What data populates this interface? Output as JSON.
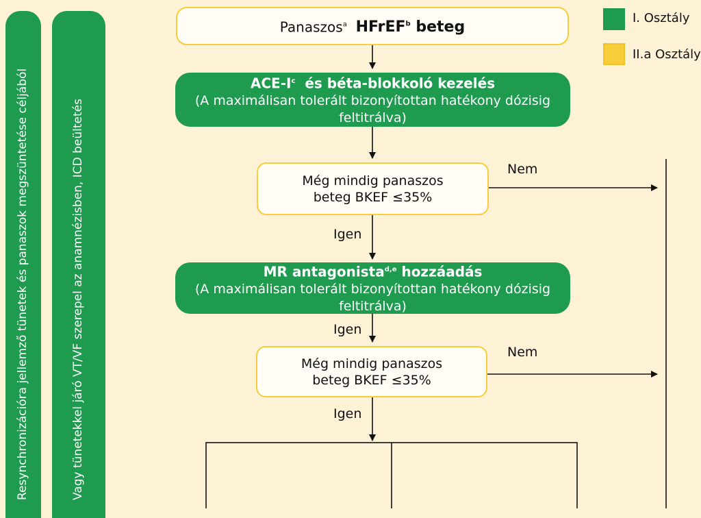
{
  "side_bars": [
    "Resynchronizációra jellemző tünetek és panaszok megszüntetése céljából",
    "Vagy tünetekkel járó VT/VF szerepel az anamnézisben, ICD beültetés"
  ],
  "legend": [
    {
      "label": "I. Osztály",
      "color": "#1e9b4f"
    },
    {
      "label": "II.a Osztály",
      "color": "#f7cd3a"
    }
  ],
  "nodes": {
    "start": {
      "prefix": "Panaszos",
      "prefix_sup": "a",
      "main": "HFrEF",
      "main_sup": "b",
      "suffix": "beteg"
    },
    "ace": {
      "main": "ACE-I",
      "main_sup": "c",
      "main_rest": "és béta-blokkoló kezelés",
      "sub": "(A maximálisan tolerált bizonyítottan hatékony dózisig feltitrálva)"
    },
    "check1": {
      "line1": "Még mindig panaszos",
      "line2": "beteg BKEF ≤35%"
    },
    "mra": {
      "main": "MR antagonista",
      "main_sup": "d,e",
      "main_rest": "hozzáadás",
      "sub": "(A maximálisan tolerált bizonyítottan hatékony dózisig feltitrálva)"
    },
    "check2": {
      "line1": "Még mindig panaszos",
      "line2": "beteg BKEF ≤35%"
    }
  },
  "edge_labels": {
    "no1": "Nem",
    "yes1": "Igen",
    "yes_mra": "Igen",
    "no2": "Nem",
    "yes2": "Igen"
  }
}
